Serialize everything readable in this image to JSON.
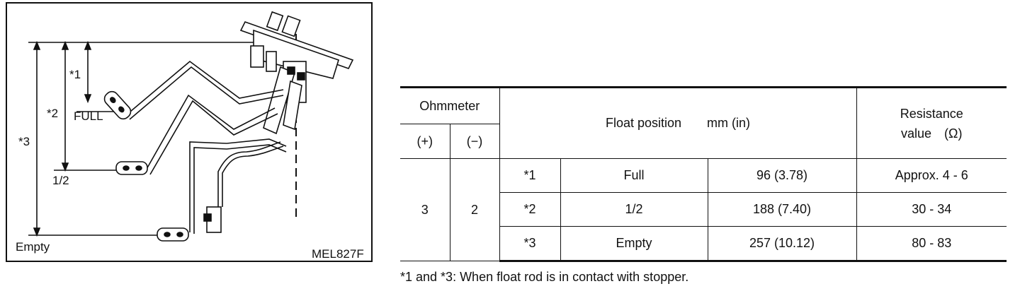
{
  "diagram": {
    "labels": {
      "ref1": "*1",
      "ref2": "*2",
      "ref3": "*3",
      "full": "FULL",
      "half": "1/2",
      "empty": "Empty",
      "figure_code": "MEL827F"
    }
  },
  "table": {
    "ohmmeter_header": "Ohmmeter",
    "plus_header": "(+)",
    "minus_header": "(−)",
    "float_position_header": "Float position  mm (in)",
    "resistance_header_line1": "Resistance",
    "resistance_header_line2": "value (Ω)",
    "plus_terminal": "3",
    "minus_terminal": "2",
    "rows": [
      {
        "ref": "*1",
        "position": "Full",
        "measurement": "96 (3.78)",
        "resistance": "Approx. 4 - 6"
      },
      {
        "ref": "*2",
        "position": "1/2",
        "measurement": "188 (7.40)",
        "resistance": "30 - 34"
      },
      {
        "ref": "*3",
        "position": "Empty",
        "measurement": "257 (10.12)",
        "resistance": "80 - 83"
      }
    ]
  },
  "footnote": "*1 and *3: When float rod is in contact with stopper."
}
